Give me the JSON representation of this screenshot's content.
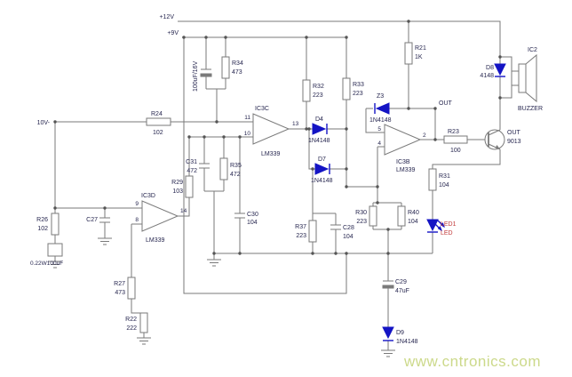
{
  "watermark": "www.cntronics.com",
  "power": {
    "rail_12v": "+12V",
    "rail_9v": "+9V",
    "input": "10V-",
    "out": "OUT"
  },
  "ics": {
    "ic3c": {
      "name": "IC3C",
      "part": "LM339",
      "pin_in_top": "11",
      "pin_in_bottom": "10",
      "pin_out": "13"
    },
    "ic3d": {
      "name": "IC3D",
      "part": "LM339",
      "pin_in_top": "9",
      "pin_in_bottom": "8",
      "pin_out": "14"
    },
    "ic3b": {
      "name": "IC3B",
      "part": "LM339",
      "pin_in_top": "5",
      "pin_in_bottom": "4",
      "pin_out": "2"
    },
    "ic2": {
      "name": "IC2",
      "part": "BUZZER"
    }
  },
  "resistors": {
    "r21": {
      "name": "R21",
      "value": "1K"
    },
    "r22": {
      "name": "R22",
      "value": "222"
    },
    "r23": {
      "name": "R23",
      "value": "100"
    },
    "r24": {
      "name": "R24",
      "value": "102"
    },
    "r25": {
      "value": "0.22W100uF"
    },
    "r26": {
      "name": "R26",
      "value": "102"
    },
    "r27": {
      "name": "R27",
      "value": "473"
    },
    "r29": {
      "name": "R29",
      "value": "103"
    },
    "r30": {
      "name": "R30",
      "value": "223"
    },
    "r31": {
      "name": "R31",
      "value": "104"
    },
    "r32": {
      "name": "R32",
      "value": "223"
    },
    "r33": {
      "name": "R33",
      "value": "223"
    },
    "r34": {
      "name": "R34",
      "value": "473"
    },
    "r35": {
      "name": "R35",
      "value": "472"
    },
    "r37": {
      "name": "R37",
      "value": "223"
    },
    "r40": {
      "name": "R40",
      "value": "104"
    }
  },
  "capacitors": {
    "c25": {
      "value": "100uF/16V"
    },
    "c27": {
      "name": "C27"
    },
    "c28": {
      "name": "C28",
      "value": "104"
    },
    "c29": {
      "name": "C29",
      "value": "47uF"
    },
    "c30": {
      "name": "C30",
      "value": "104"
    },
    "c31": {
      "name": "C31",
      "value": "472"
    }
  },
  "semis": {
    "d4": {
      "name": "D4",
      "part": "1N4148"
    },
    "d7": {
      "name": "D7",
      "part": "1N4148"
    },
    "d8": {
      "name": "D8",
      "part": "4148"
    },
    "d9": {
      "name": "D9",
      "part": "1N4148"
    },
    "z3": {
      "name": "Z3",
      "part": "1N4148"
    },
    "led1": {
      "name": "LED1",
      "part": "LED"
    },
    "q2": {
      "label": "OUT",
      "part": "9013"
    }
  }
}
